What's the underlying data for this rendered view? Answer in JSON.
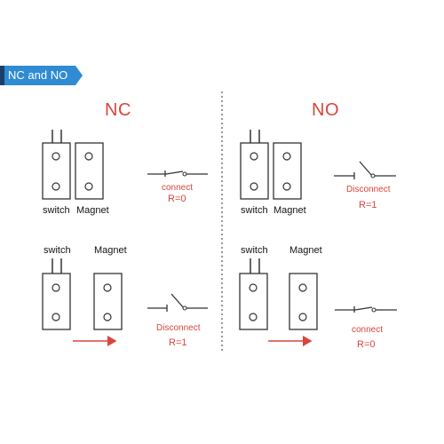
{
  "header": {
    "title": "NC and NO"
  },
  "nc": {
    "title": "NC",
    "upper": {
      "switch_label": "switch",
      "magnet_label": "Magnet",
      "state": "connect",
      "resistance": "R=0"
    },
    "lower": {
      "switch_label": "switch",
      "magnet_label": "Magnet",
      "state": "Disconnect",
      "resistance": "R=1"
    }
  },
  "no": {
    "title": "NO",
    "upper": {
      "switch_label": "switch",
      "magnet_label": "Magnet",
      "state": "Disconnect",
      "resistance": "R=1"
    },
    "lower": {
      "switch_label": "switch",
      "magnet_label": "Magnet",
      "state": "connect",
      "resistance": "R=0"
    }
  },
  "colors": {
    "accent_red": "#d8453c",
    "header_blue": "#2f8bd2",
    "header_dark": "#1b3f66",
    "line": "#333333"
  }
}
